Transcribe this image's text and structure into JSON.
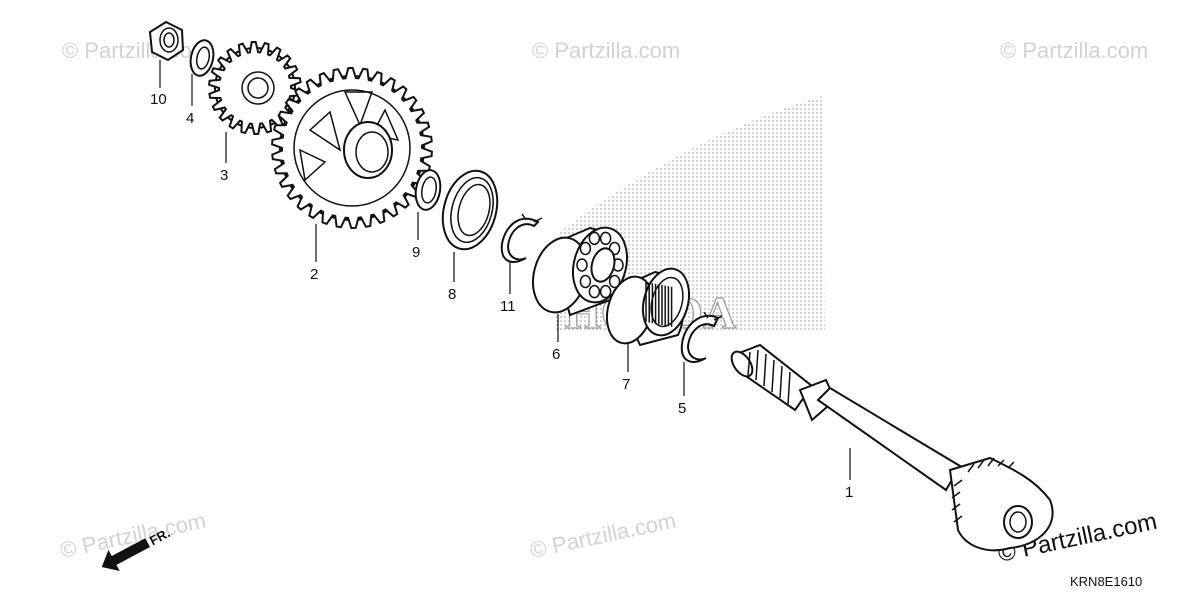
{
  "watermark": {
    "text": "© Partzilla.com",
    "prominent_text": "© Partzilla.com"
  },
  "diagram_code": "KRN8E1610",
  "front_arrow_label": "FR.",
  "honda_logo_text": "HONDA",
  "callouts": [
    "1",
    "2",
    "3",
    "4",
    "5",
    "6",
    "7",
    "8",
    "9",
    "10",
    "11"
  ],
  "colors": {
    "ink": "#111111",
    "watermark": "#d2d2d2",
    "logo_dots": "#9a9a9a"
  }
}
